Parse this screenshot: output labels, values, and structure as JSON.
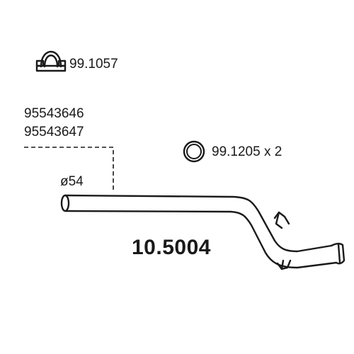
{
  "clamp": {
    "part_number": "99.1057",
    "icon": "exhaust-clamp-icon"
  },
  "oem_numbers": [
    "95543646",
    "95543647"
  ],
  "gasket": {
    "part_number": "99.1205 x 2",
    "icon": "gasket-ring-icon"
  },
  "pipe": {
    "diameter": "ø54",
    "part_number": "10.5004",
    "icon": "exhaust-pipe-drawing"
  },
  "colors": {
    "line": "#1a1a1a",
    "background": "#ffffff"
  }
}
